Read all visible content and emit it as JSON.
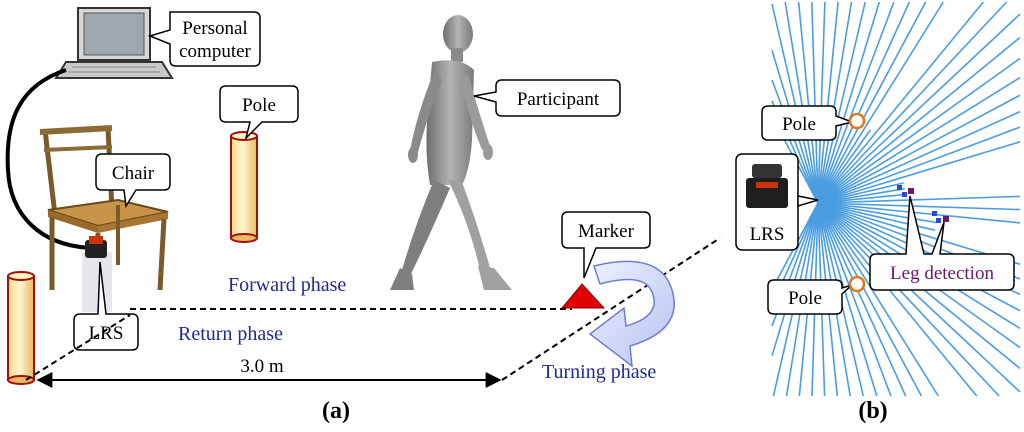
{
  "labels": {
    "personal_computer_line1": "Personal",
    "personal_computer_line2": "computer",
    "pole_a": "Pole",
    "participant": "Participant",
    "chair": "Chair",
    "marker": "Marker",
    "lrs_a": "LRS",
    "lrs_b": "LRS",
    "pole_b_top": "Pole",
    "pole_b_bottom": "Pole",
    "leg_detection": "Leg detection"
  },
  "phases": {
    "forward": "Forward phase",
    "return": "Return phase",
    "turning": "Turning phase"
  },
  "distance": "3.0 m",
  "panels": {
    "a": "(a)",
    "b": "(b)"
  },
  "colors": {
    "phase_text": "#1f2a8c",
    "laser_rays": "#4a9de0",
    "pole_fill": "#fff3c0",
    "pole_edge": "#a01010",
    "marker": "#e00000",
    "leg_text": "#6a1a6a",
    "turn_arrow": "#c9d3f5"
  }
}
